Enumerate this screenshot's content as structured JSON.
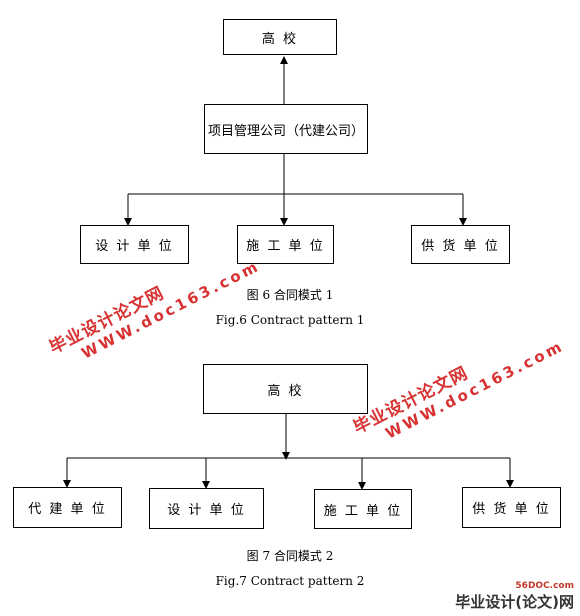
{
  "diagram1": {
    "top": "高 校",
    "middle": "项目管理公司（代建公司）",
    "children": [
      "设 计 单 位",
      "施 工 单 位",
      "供 货 单 位"
    ],
    "caption_cn": "图 6    合同模式 1",
    "caption_en": "Fig.6    Contract pattern 1"
  },
  "diagram2": {
    "top": "高 校",
    "children": [
      "代 建 单 位",
      "设 计 单 位",
      "施 工 单 位",
      "供 货 单 位"
    ],
    "caption_cn": "图 7    合同模式 2",
    "caption_en": "Fig.7    Contract pattern 2"
  },
  "watermark": {
    "cn": "毕业设计论文网",
    "url": "WWW.doc163.com"
  },
  "corner_logo": {
    "site": "56DOC.com",
    "text": "毕业设计(论文)网"
  }
}
